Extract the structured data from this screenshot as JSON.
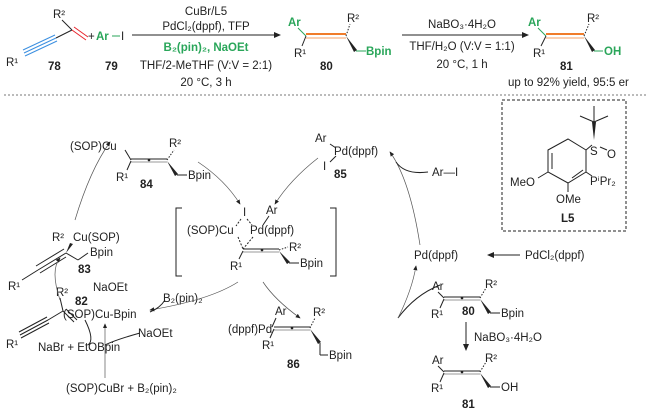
{
  "scheme": {
    "reactants": {
      "r1": "R¹",
      "r2": "R²",
      "label78": "78",
      "plus_ar": "+",
      "ar": "Ar",
      "iodide": "I",
      "label79": "79"
    },
    "step1_conditions": [
      "CuBr/L5",
      "PdCl₂(dppf), TFP",
      "B₂(pin)₂, NaOEt",
      "THF/2-MeTHF (V:V = 2:1)",
      "20 °C, 3 h"
    ],
    "product80": {
      "ar": "Ar",
      "r1": "R¹",
      "r2": "R²",
      "bpin": "Bpin",
      "label": "80"
    },
    "step2_conditions": [
      "NaBO₃·4H₂O",
      "THF/H₂O (V:V = 1:1)",
      "20 °C, 1 h"
    ],
    "product81": {
      "ar": "Ar",
      "r1": "R¹",
      "r2": "R²",
      "oh": "OH",
      "label": "81"
    },
    "yield_note": "up to 92% yield, 95:5 er"
  },
  "mechanism": {
    "i84": {
      "cu": "(SOP)Cu",
      "r1": "R¹",
      "r2": "R²",
      "bpin": "Bpin",
      "label": "84"
    },
    "i85": {
      "ar": "Ar",
      "pd": "Pd(dppf)",
      "i": "I",
      "label": "85"
    },
    "ts": {
      "i": "I",
      "ar": "Ar",
      "cu": "(SOP)Cu",
      "pd": "Pd(dppf)",
      "r1": "R¹",
      "r2": "R²",
      "bpin": "Bpin"
    },
    "i83": {
      "r2": "R²",
      "cu": "Cu(SOP)",
      "bpin": "Bpin",
      "r1": "R¹",
      "label": "83"
    },
    "i82": {
      "naoet": "NaOEt",
      "label": "82",
      "cubpin": "(SOP)Cu-Bpin",
      "b2pin2": "B₂(pin)₂"
    },
    "enyne": {
      "r1": "R¹",
      "r2": "R²"
    },
    "byproduct": "NaBr + EtOBpin",
    "naoet2": "NaOEt",
    "precursor": "(SOP)CuBr + B₂(pin)₂",
    "i86": {
      "pd": "(dppf)Pd",
      "ar": "Ar",
      "r1": "R¹",
      "r2": "R²",
      "bpin": "Bpin",
      "label": "86"
    },
    "pd0": "Pd(dppf)",
    "pdcl2": "PdCl₂(dppf)",
    "ari": "Ar—I",
    "p80": {
      "ar": "Ar",
      "r1": "R¹",
      "r2": "R²",
      "bpin": "Bpin",
      "label": "80"
    },
    "oxidant": "NaBO₃·4H₂O",
    "p81": {
      "ar": "Ar",
      "r1": "R¹",
      "r2": "R²",
      "oh": "OH",
      "label": "81"
    }
  },
  "ligand": {
    "s": "S",
    "o": "O",
    "meo": "MeO",
    "ome": "OMe",
    "p": "PⁱPr₂",
    "label": "L5"
  },
  "colors": {
    "green": "#2aa65a",
    "orange": "#f07c2a",
    "blue": "#3b8fe0",
    "red": "#e8262d"
  }
}
